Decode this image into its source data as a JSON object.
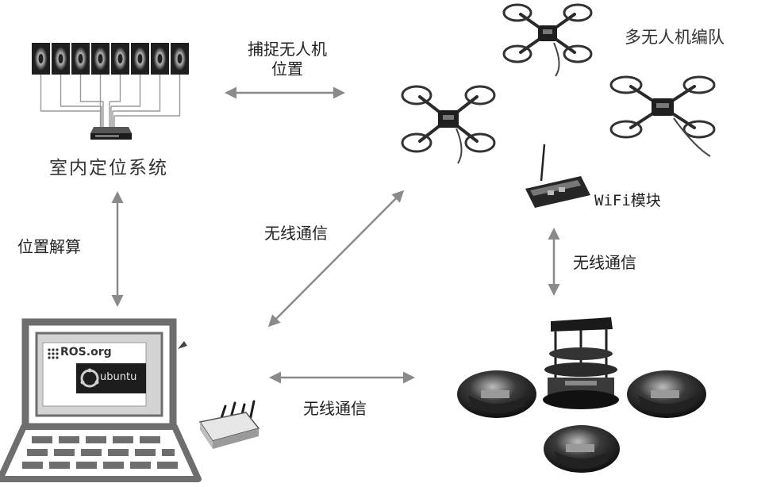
{
  "labels": {
    "indoor_positioning_system": "室内定位系统",
    "capture_uav_position_line1": "捕捉无人机",
    "capture_uav_position_line2": "位置",
    "multi_uav_formation": "多无人机编队",
    "wifi_module": "WiFi模块",
    "position_solving": "位置解算",
    "wireless_comm_diagonal": "无线通信",
    "wireless_comm_vertical": "无线通信",
    "wireless_comm_horizontal": "无线通信",
    "screen_ros": "ROS.org",
    "screen_ubuntu": "ubuntu"
  },
  "colors": {
    "arrow": "#8a8a8a",
    "text": "#222222",
    "device_dark": "#2b2b2b",
    "device_mid": "#6e6e6e",
    "device_light": "#d9d9d9"
  }
}
